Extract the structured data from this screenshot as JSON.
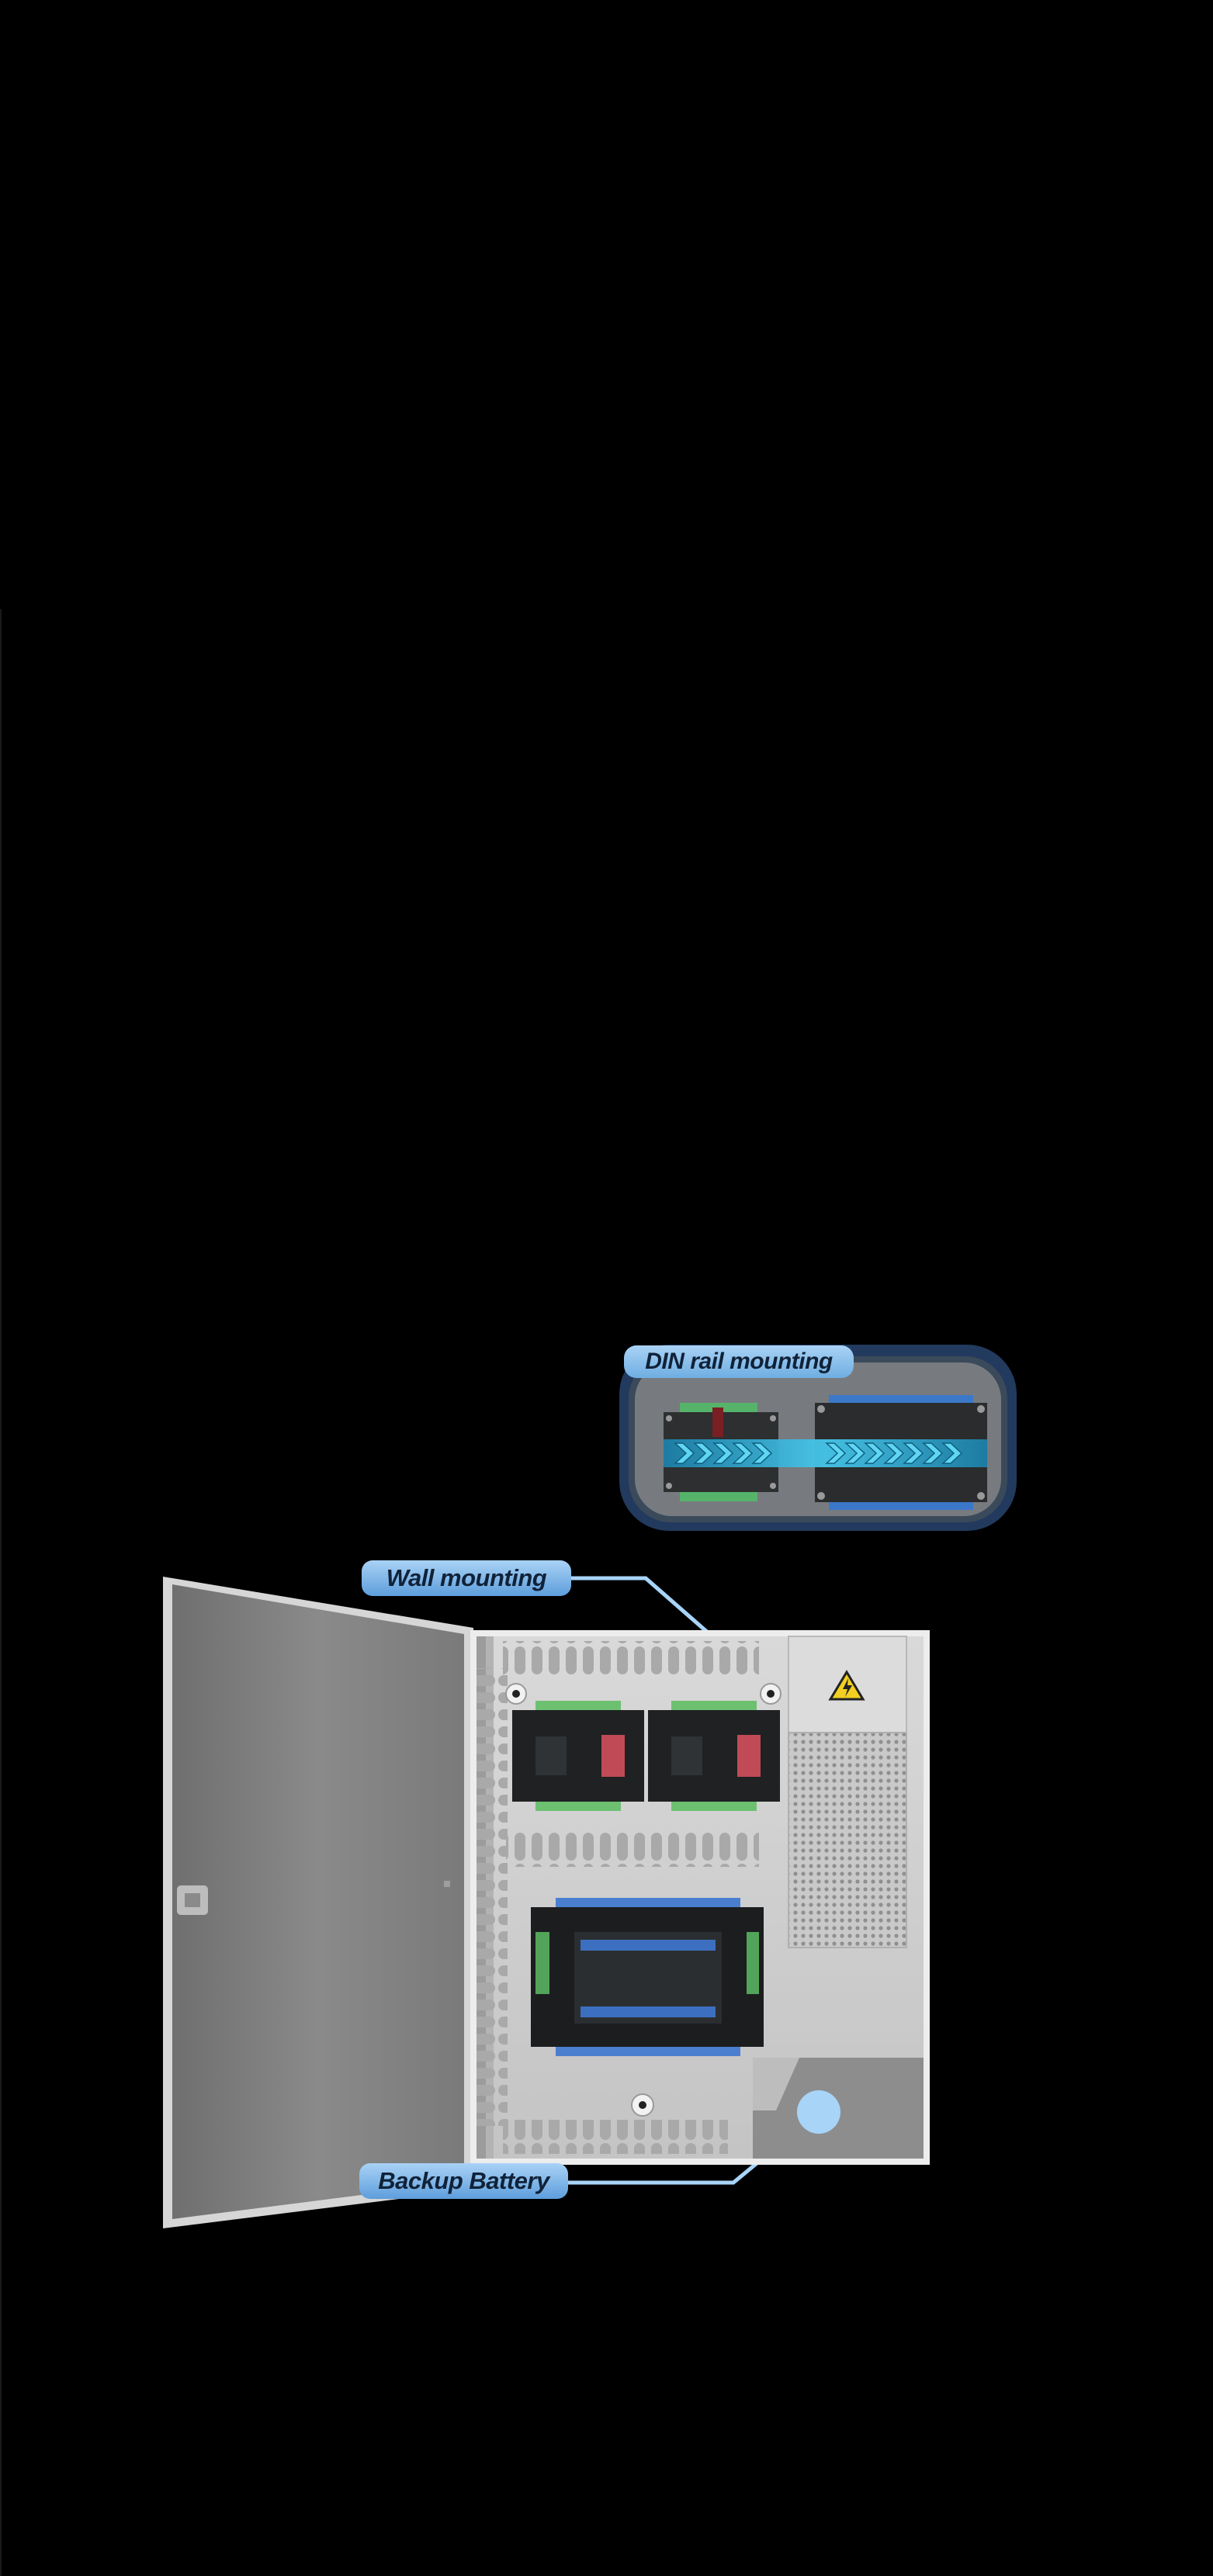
{
  "callouts": {
    "din_rail": "DIN rail mounting",
    "wall": "Wall mounting",
    "battery": "Backup Battery"
  },
  "icons": {
    "warning": "high-voltage-warning-icon"
  },
  "colors": {
    "background": "#000000",
    "callout_fill": "#8dc3ef",
    "callout_text": "#102238",
    "connector_line": "#a8d4f7",
    "din_frame": "#2a4a75",
    "arrow_accent": "#3fb9e3"
  }
}
